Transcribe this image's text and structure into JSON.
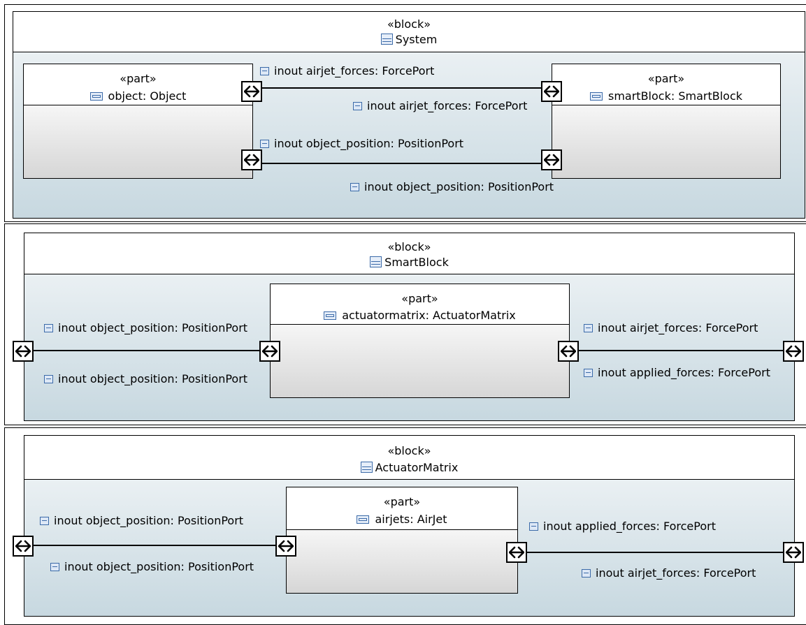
{
  "diagrams": [
    {
      "block_stereotype": "«block»",
      "block_name": "System",
      "parts": [
        {
          "stereotype": "«part»",
          "name": "object: Object"
        },
        {
          "stereotype": "«part»",
          "name": "smartBlock: SmartBlock"
        }
      ],
      "labels": [
        "inout airjet_forces: ForcePort",
        "inout airjet_forces: ForcePort",
        "inout object_position: PositionPort",
        "inout object_position: PositionPort"
      ]
    },
    {
      "block_stereotype": "«block»",
      "block_name": "SmartBlock",
      "parts": [
        {
          "stereotype": "«part»",
          "name": "actuatormatrix: ActuatorMatrix"
        }
      ],
      "labels": [
        "inout object_position: PositionPort",
        "inout object_position: PositionPort",
        "inout airjet_forces: ForcePort",
        "inout applied_forces: ForcePort"
      ]
    },
    {
      "block_stereotype": "«block»",
      "block_name": "ActuatorMatrix",
      "parts": [
        {
          "stereotype": "«part»",
          "name": "airjets: AirJet"
        }
      ],
      "labels": [
        "inout object_position: PositionPort",
        "inout object_position: PositionPort",
        "inout applied_forces: ForcePort",
        "inout airjet_forces: ForcePort"
      ]
    }
  ],
  "colors": {
    "compartment": "#c7d8e0",
    "icon": "#3b6aa8"
  },
  "icons": {
    "port": "bidirectional-arrow-icon",
    "label": "flow-property-icon",
    "block": "block-icon",
    "part": "part-icon"
  }
}
